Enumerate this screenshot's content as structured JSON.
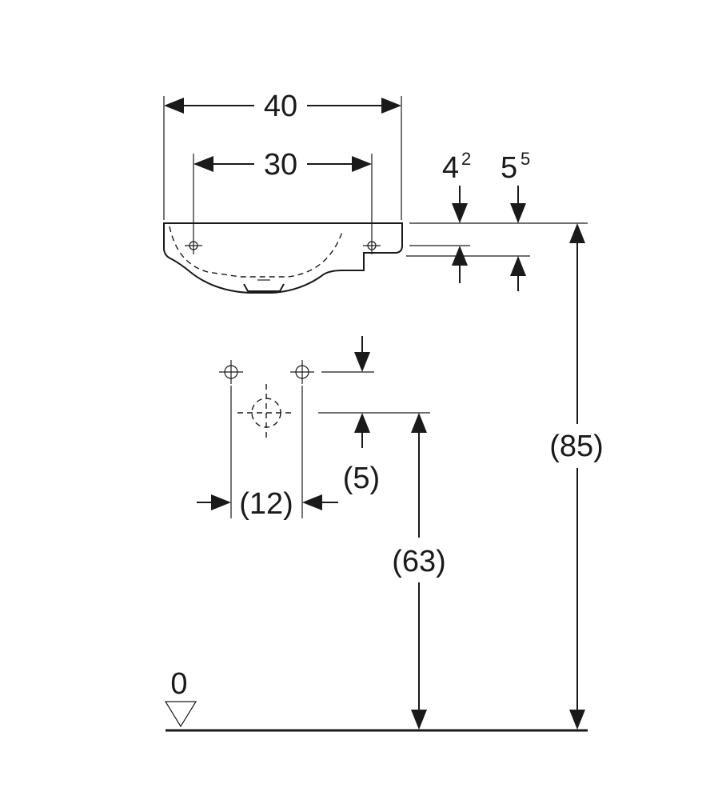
{
  "dimensions": {
    "overall_width": "40",
    "tap_hole_spacing": "30",
    "rim_thickness_base": "4",
    "rim_thickness_exp": "2",
    "overflow_depth_base": "5",
    "overflow_depth_exp": "5",
    "total_height": "(85)",
    "outlet_height": "(63)",
    "outlet_offset": "(5)",
    "fixing_spacing": "(12)",
    "floor_level": "0"
  }
}
